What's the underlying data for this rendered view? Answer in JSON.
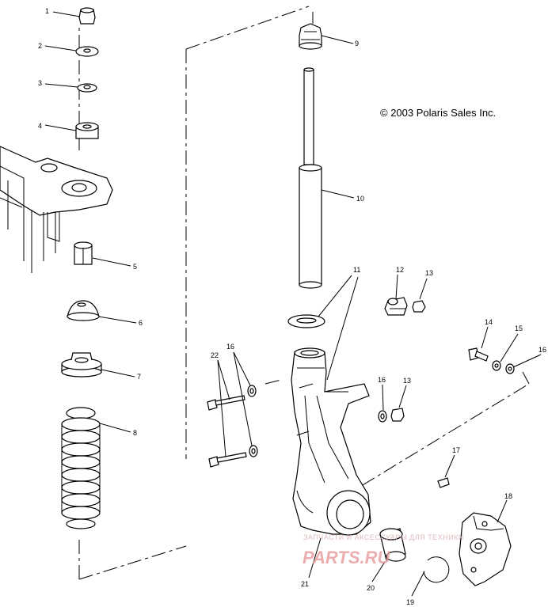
{
  "copyright": "© 2003 Polaris Sales Inc.",
  "callouts": [
    "1",
    "2",
    "3",
    "4",
    "5",
    "6",
    "7",
    "8",
    "9",
    "10",
    "11",
    "12",
    "13",
    "14",
    "15",
    "16",
    "16",
    "16",
    "13",
    "17",
    "18",
    "19",
    "20",
    "21",
    "22"
  ],
  "watermark": {
    "top": "ЗАПЧАСТИ И АКСЕССУАРЫ ДЛЯ ТЕХНИКИ",
    "brand": "PARTS.RU"
  }
}
